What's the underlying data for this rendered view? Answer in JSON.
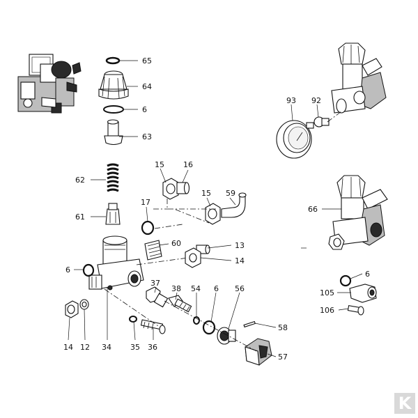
{
  "labels": {
    "l65": "65",
    "l64": "64",
    "l6a": "6",
    "l63": "63",
    "l62": "62",
    "l61": "61",
    "l15a": "15",
    "l16": "16",
    "l15b": "15",
    "l59": "59",
    "l17": "17",
    "l60": "60",
    "l13": "13",
    "l14a": "14",
    "l6b": "6",
    "l37": "37",
    "l38": "38",
    "l54": "54",
    "l6c": "6",
    "l56": "56",
    "l58": "58",
    "l57": "57",
    "l14b": "14",
    "l12": "12",
    "l34": "34",
    "l35": "35",
    "l36": "36",
    "l93": "93",
    "l92": "92",
    "l66": "66",
    "l6d": "6",
    "l105": "105",
    "l106": "106"
  },
  "brand": {
    "logo": "K",
    "logo_color": "#d9d9d9"
  }
}
